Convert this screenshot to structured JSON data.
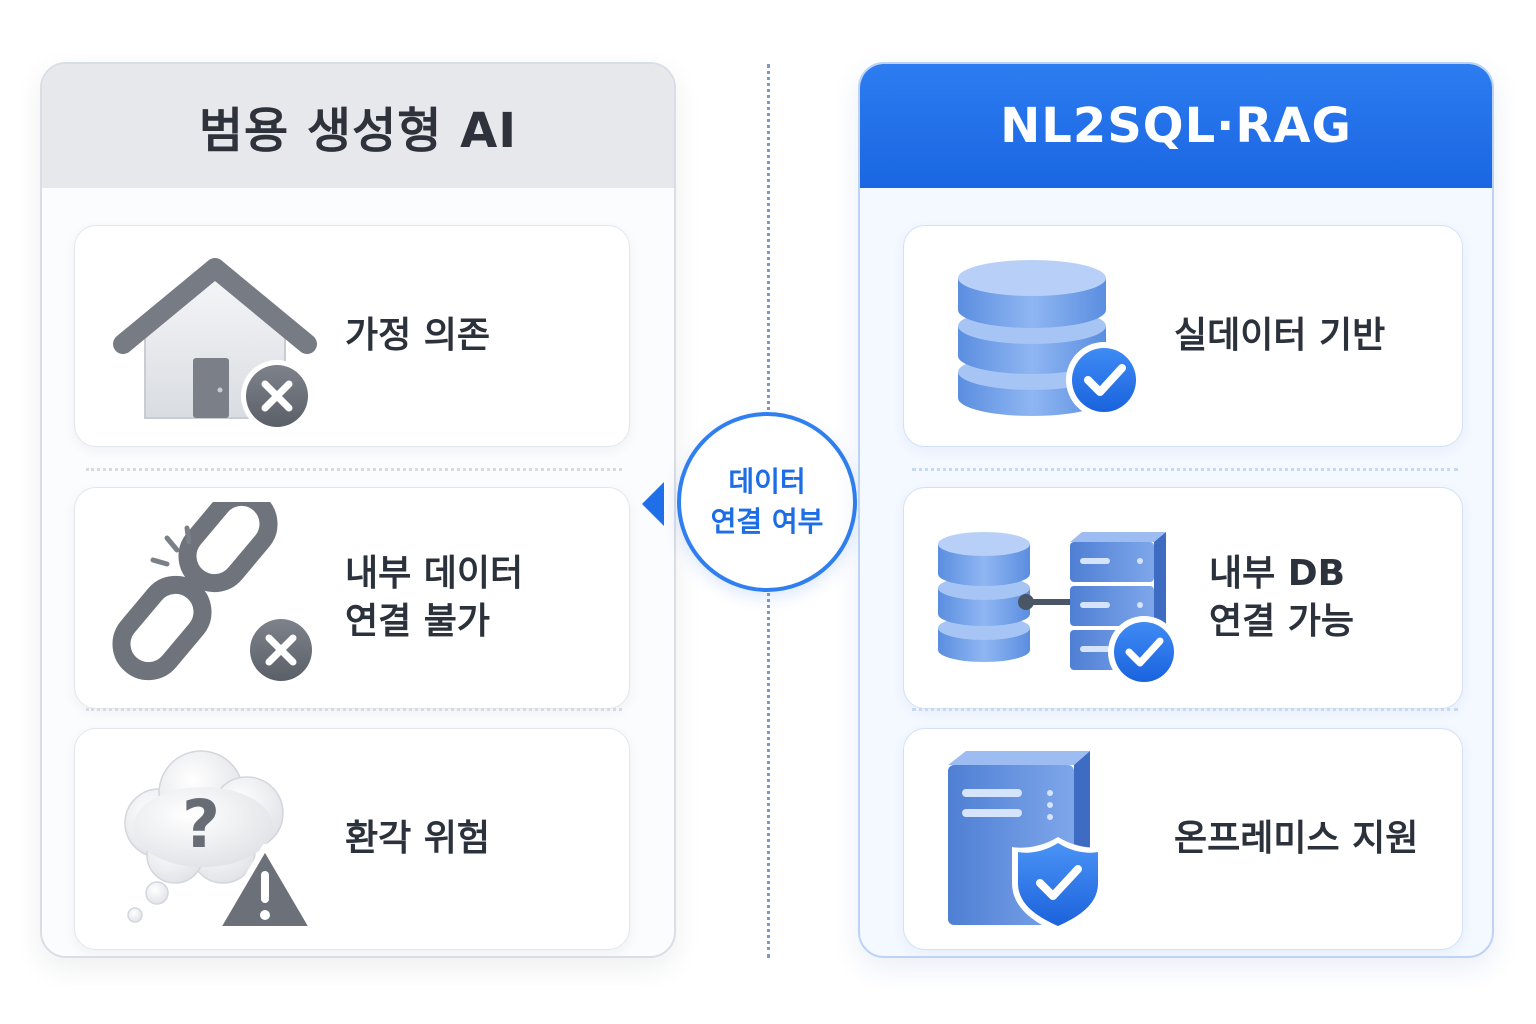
{
  "left_panel": {
    "title": "범용 생성형 AI",
    "items": [
      {
        "label_lines": [
          "가정 의존"
        ],
        "icon": "house-x-icon"
      },
      {
        "label_lines": [
          "내부 데이터",
          "연결 불가"
        ],
        "icon": "broken-link-x-icon"
      },
      {
        "label_lines": [
          "환각 위험"
        ],
        "icon": "thought-warning-icon"
      }
    ]
  },
  "right_panel": {
    "title": "NL2SQL·RAG",
    "items": [
      {
        "label_lines": [
          "실데이터 기반"
        ],
        "icon": "database-check-icon"
      },
      {
        "label_lines": [
          "내부 DB",
          "연결 가능"
        ],
        "icon": "db-server-check-icon"
      },
      {
        "label_lines": [
          "온프레미스 지원"
        ],
        "icon": "server-shield-icon"
      }
    ]
  },
  "center": {
    "lines": [
      "데이터",
      "연결 여부"
    ]
  },
  "colors": {
    "accent": "#1f6fe8",
    "gray_icon": "#6b7079",
    "blue_icon": "#5f92e6",
    "header_gray": "#e6e8ec"
  }
}
